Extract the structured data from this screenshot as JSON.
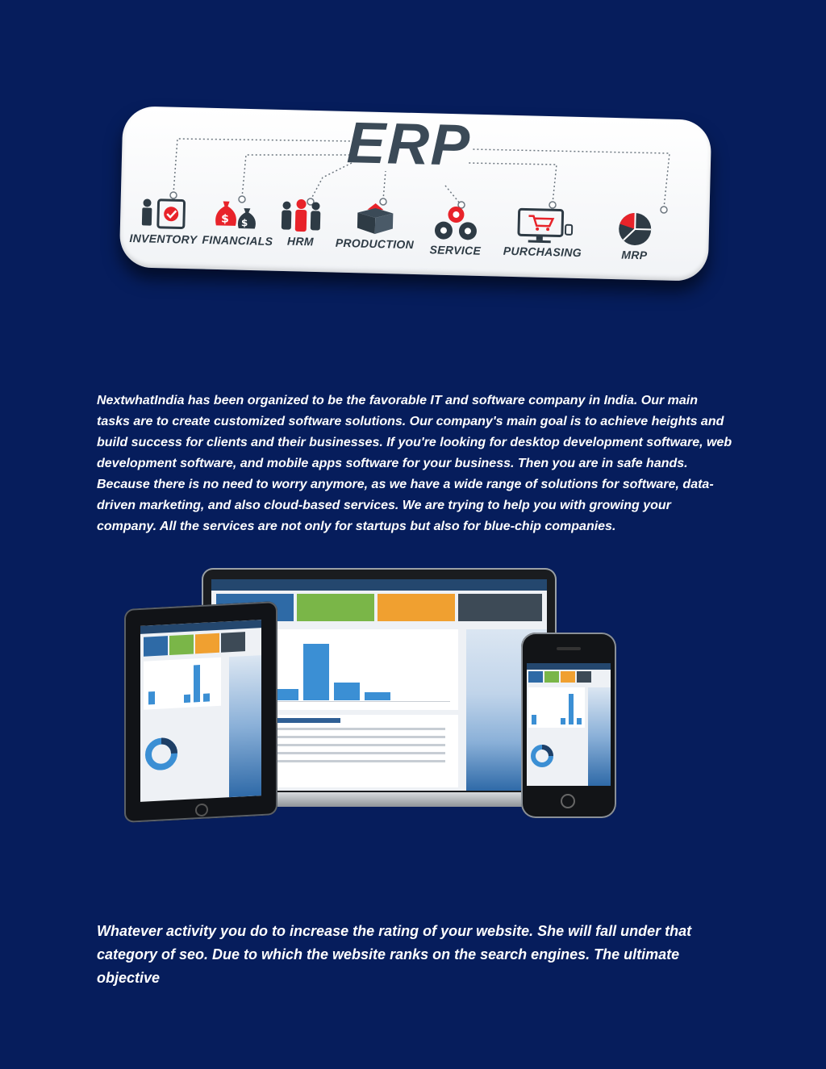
{
  "banner": {
    "title": "ERP",
    "modules": [
      {
        "label": "INVENTORY",
        "icon": "inventory-icon"
      },
      {
        "label": "FINANCIALS",
        "icon": "money-bags-icon"
      },
      {
        "label": "HRM",
        "icon": "people-icon"
      },
      {
        "label": "PRODUCTION",
        "icon": "box-icon"
      },
      {
        "label": "SERVICE",
        "icon": "gears-icon"
      },
      {
        "label": "PURCHASING",
        "icon": "shopping-cart-monitor-icon"
      },
      {
        "label": "MRP",
        "icon": "pie-chart-icon"
      }
    ],
    "colors": {
      "accent": "#e8232a",
      "dark": "#2e3b45"
    }
  },
  "paragraphs": {
    "intro": "NextwhatIndia has been organized to be the favorable IT and software company in India. Our main tasks are to create customized software solutions. Our company's main goal is to achieve heights and build success for clients and their businesses. If you're looking for desktop development software, web development software, and mobile apps software for your business. Then you are in safe hands. Because there is no need to worry anymore, as we have a wide range of solutions for software, data-driven marketing, and also cloud-based services. We are trying to help you with growing your company. All the services are not only for startups but also for blue-chip companies.",
    "seo": "Whatever activity you do to increase the rating of your website. She will fall under that category of seo. Due to which the website ranks on the search engines. The ultimate objective"
  },
  "colors": {
    "background": "#061d5c",
    "text": "#ffffff"
  }
}
